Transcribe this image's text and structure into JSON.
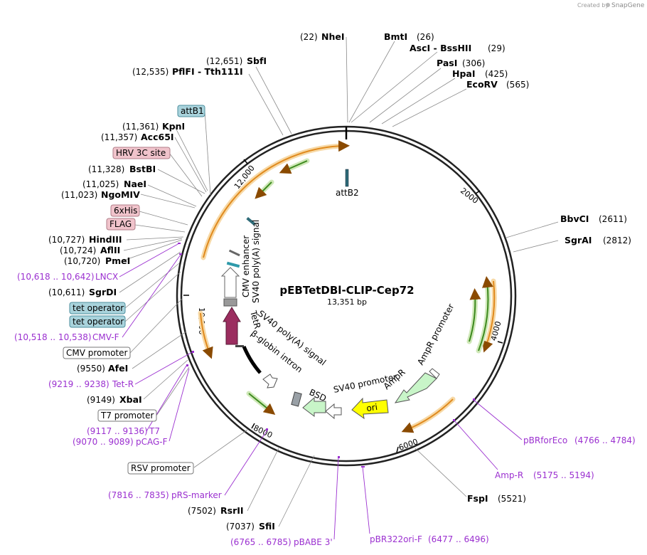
{
  "header": {
    "credit_prefix": "Created by",
    "credit_brand": "SnapGene"
  },
  "plasmid": {
    "name": "pEBTetDBl-CLIP-Cep72",
    "length": "13,351 bp"
  },
  "ticks": [
    "2000",
    "4000",
    "6000",
    "8000",
    "10,000",
    "12,000"
  ],
  "sites_top": [
    {
      "pos": "(22)",
      "name": "NheI"
    },
    {
      "pos": "(26)",
      "name": "BmtI"
    },
    {
      "pos": "(29)",
      "name": "AscI - BssHII"
    },
    {
      "pos": "(306)",
      "name": "PasI"
    },
    {
      "pos": "(425)",
      "name": "HpaI"
    },
    {
      "pos": "(565)",
      "name": "EcoRV"
    },
    {
      "pos": "(12,651)",
      "name": "SbfI"
    },
    {
      "pos": "(12,535)",
      "name": "PflFI - Tth111I"
    }
  ],
  "sites_right": [
    {
      "pos": "(2611)",
      "name": "BbvCI"
    },
    {
      "pos": "(2812)",
      "name": "SgrAI"
    },
    {
      "pos": "(5521)",
      "name": "FspI"
    }
  ],
  "sites_left": [
    {
      "pos": "(11,361)",
      "name": "KpnI"
    },
    {
      "pos": "(11,357)",
      "name": "Acc65I"
    },
    {
      "pos": "(11,328)",
      "name": "BstBI"
    },
    {
      "pos": "(11,025)",
      "name": "NaeI"
    },
    {
      "pos": "(11,023)",
      "name": "NgoMIV"
    },
    {
      "pos": "(10,727)",
      "name": "HindIII"
    },
    {
      "pos": "(10,724)",
      "name": "AflII"
    },
    {
      "pos": "(10,720)",
      "name": "PmeI"
    },
    {
      "pos": "(10,611)",
      "name": "SgrDI"
    },
    {
      "pos": "(9550)",
      "name": "AfeI"
    },
    {
      "pos": "(9149)",
      "name": "XbaI"
    },
    {
      "pos": "(7502)",
      "name": "RsrII"
    },
    {
      "pos": "(7037)",
      "name": "SfiI"
    }
  ],
  "primers": [
    {
      "range": "(10,618 .. 10,642)",
      "name": "LNCX"
    },
    {
      "range": "(10,518 .. 10,538)",
      "name": "CMV-F"
    },
    {
      "range": "(9219 .. 9238)",
      "name": "Tet-R"
    },
    {
      "range": "(9117 .. 9136)",
      "name": "T7"
    },
    {
      "range": "(9070 .. 9089)",
      "name": "pCAG-F"
    },
    {
      "range": "(7816 .. 7835)",
      "name": "pRS-marker"
    },
    {
      "range": "(6765 .. 6785)",
      "name": "pBABE 3'"
    },
    {
      "range": "(6477 .. 6496)",
      "name": "pBR322ori-F"
    },
    {
      "range": "(4766 .. 4784)",
      "name": "pBRforEco"
    },
    {
      "range": "(5175 .. 5194)",
      "name": "Amp-R"
    }
  ],
  "boxes": [
    {
      "text": "attB1",
      "fill": "#a9d3dc",
      "stroke": "#4d8f9e"
    },
    {
      "text": "HRV 3C site",
      "fill": "#f0c3cb",
      "stroke": "#b07e88"
    },
    {
      "text": "6xHis",
      "fill": "#f0c3cb",
      "stroke": "#b07e88"
    },
    {
      "text": "FLAG",
      "fill": "#f0c3cb",
      "stroke": "#b07e88"
    },
    {
      "text": "tet operator",
      "fill": "#a9d3dc",
      "stroke": "#4d8f9e"
    },
    {
      "text": "tet operator",
      "fill": "#a9d3dc",
      "stroke": "#4d8f9e"
    },
    {
      "text": "CMV promoter",
      "fill": "#ffffff",
      "stroke": "#777777"
    },
    {
      "text": "T7 promoter",
      "fill": "#ffffff",
      "stroke": "#777777"
    },
    {
      "text": "RSV promoter",
      "fill": "#ffffff",
      "stroke": "#777777"
    }
  ],
  "features": {
    "attB2": "attB2",
    "cmv_enhancer": "CMV enhancer",
    "sv40_polya_1": "SV40 poly(A) signal",
    "tetr": "TetR",
    "sv40_polya_2": "SV40 poly(A) signal",
    "bglobin": "β-globin intron",
    "bsd": "BSD",
    "sv40_promoter": "SV40 promoter",
    "ampr": "AmpR",
    "ampr_promoter": "AmpR promoter",
    "ori": "ori"
  },
  "colors": {
    "primer": "#9b30d0",
    "orf_orange": "#f2a33a",
    "orf_green": "#5aa02c",
    "tetr": "#9b2d5f",
    "ori": "#ffff00",
    "ampr": "#c8f5c8"
  }
}
